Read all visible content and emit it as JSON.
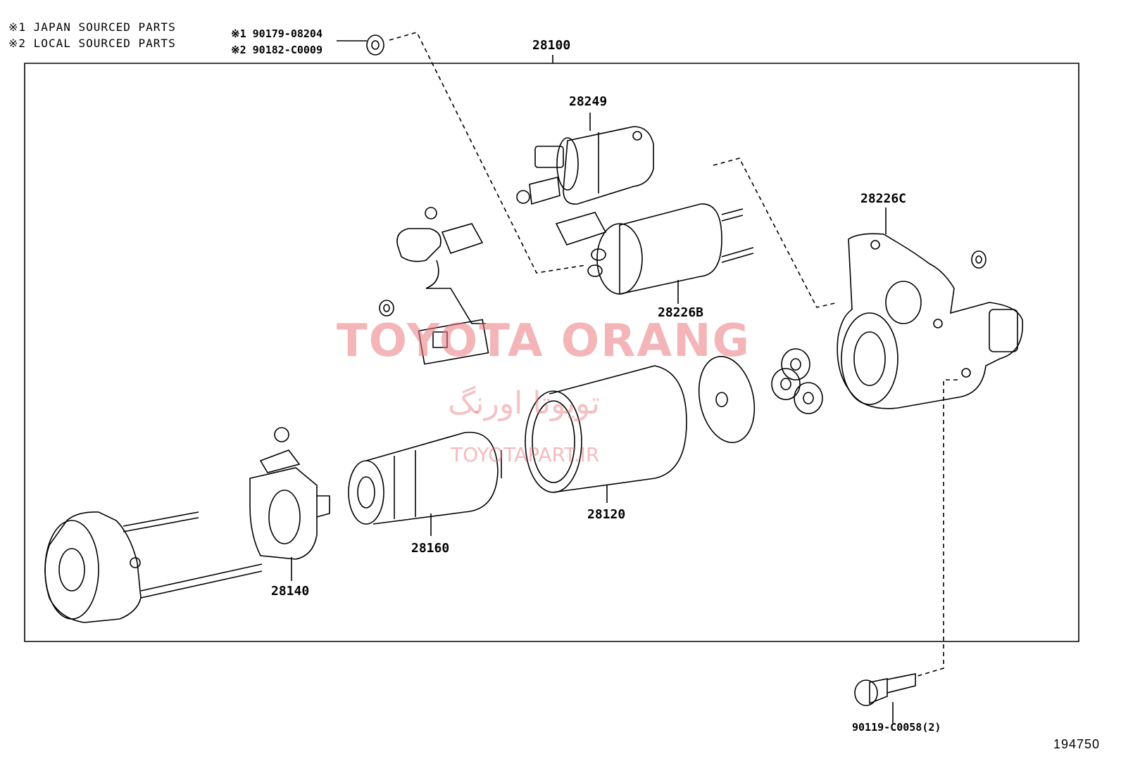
{
  "legend": {
    "line1": "※1 JAPAN SOURCED PARTS",
    "line2": "※2 LOCAL SOURCED PARTS"
  },
  "nut_callout": {
    "line1": "※1 90179-08204",
    "line2": "※2 90182-C0009"
  },
  "labels": {
    "assembly": "28100",
    "drive_housing_cover": "28249",
    "magnetic_switch": "28226B",
    "starter_housing": "28226C",
    "yoke": "28120",
    "armature": "28160",
    "brush_holder": "28140",
    "bolt": "90119-C0058(2)"
  },
  "watermark": {
    "title": "TOYOTA ORANG",
    "persian": "تویوتا اورنگ",
    "site": "TOYOTAPART.IR"
  },
  "figure_id": "194750"
}
